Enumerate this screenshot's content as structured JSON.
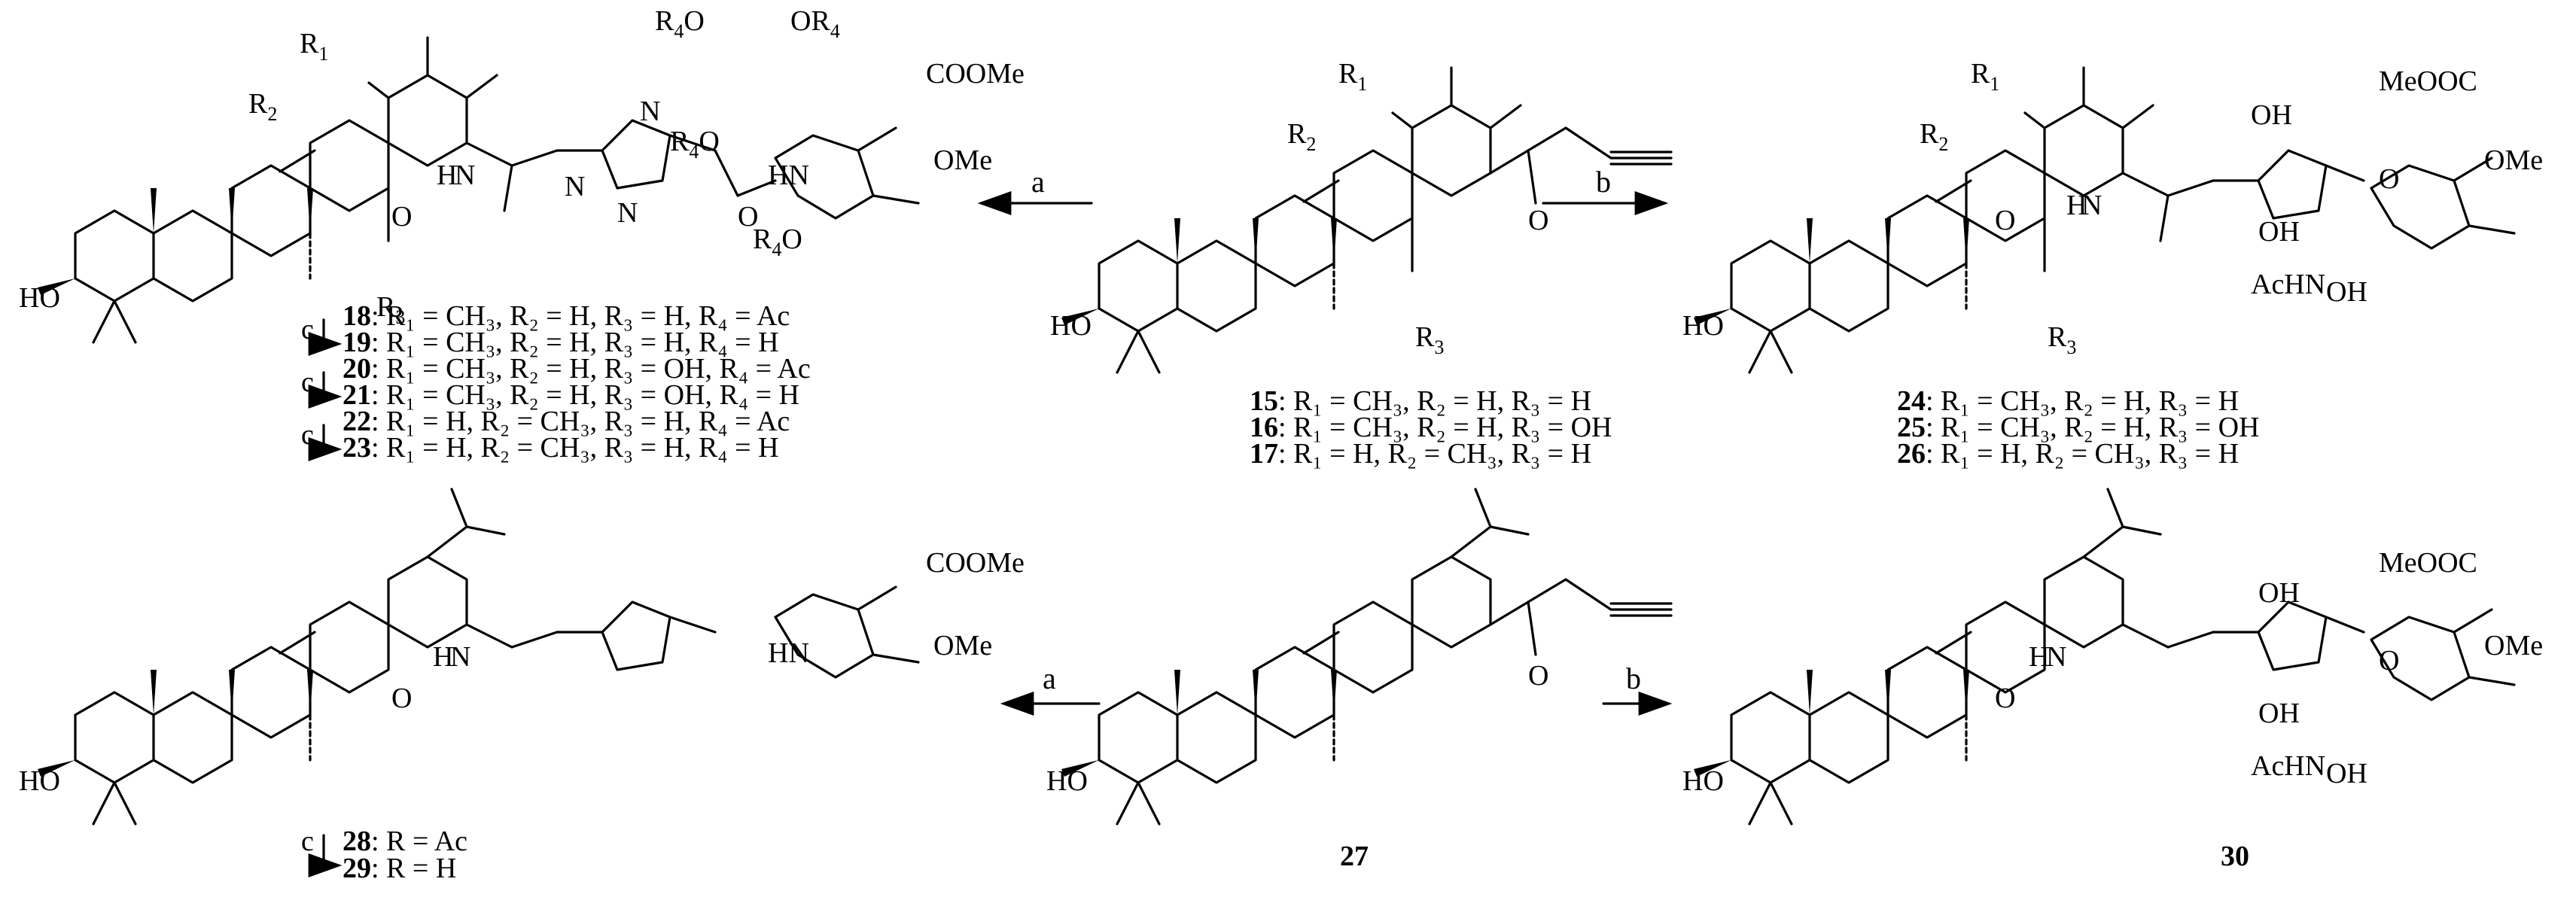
{
  "arrows": {
    "a": "a",
    "b": "b",
    "c": "c"
  },
  "atoms": {
    "R1": "R",
    "R2": "R",
    "R3": "R",
    "R4": "R",
    "one": "1",
    "two": "2",
    "three": "3",
    "four": "4",
    "HO": "HO",
    "O": "O",
    "N": "N",
    "H": "H",
    "HN": "HN",
    "OMe": "OMe",
    "COOMe": "COOMe",
    "MeOOC": "MeOOC",
    "OH": "OH",
    "AcHN": "AcHN"
  },
  "compounds_top_left": [
    {
      "id": "18",
      "text": ": R₁ = CH₃, R₂ = H, R₃ = H, R₄ = Ac"
    },
    {
      "id": "19",
      "text": ": R₁ = CH₃, R₂ = H, R₃ = H, R₄ = H"
    },
    {
      "id": "20",
      "text": ": R₁ = CH₃, R₂ = H, R₃ = OH, R₄ = Ac"
    },
    {
      "id": "21",
      "text": ": R₁ = CH₃, R₂ = H, R₃ = OH, R₄ = H"
    },
    {
      "id": "22",
      "text": ": R₁ = H, R₂ = CH₃, R₃ = H, R₄ = Ac"
    },
    {
      "id": "23",
      "text": ": R₁ = H, R₂ = CH₃, R₃ = H, R₄ = H"
    }
  ],
  "compounds_top_middle": [
    {
      "id": "15",
      "text": ": R₁ = CH₃, R₂ = H, R₃ = H"
    },
    {
      "id": "16",
      "text": ": R₁ = CH₃, R₂ = H, R₃ = OH"
    },
    {
      "id": "17",
      "text": ": R₁ = H, R₂ = CH₃, R₃ = H"
    }
  ],
  "compounds_top_right": [
    {
      "id": "24",
      "text": ": R₁ = CH₃, R₂ = H, R₃ = H"
    },
    {
      "id": "25",
      "text": ": R₁ = CH₃, R₂ = H, R₃ = OH"
    },
    {
      "id": "26",
      "text": ": R₁ = H, R₂ = CH₃, R₃ = H"
    }
  ],
  "compounds_bottom_left": [
    {
      "id": "28",
      "text": ": R = Ac"
    },
    {
      "id": "29",
      "text": ": R = H"
    }
  ],
  "compound_27": "27",
  "compound_30": "30"
}
